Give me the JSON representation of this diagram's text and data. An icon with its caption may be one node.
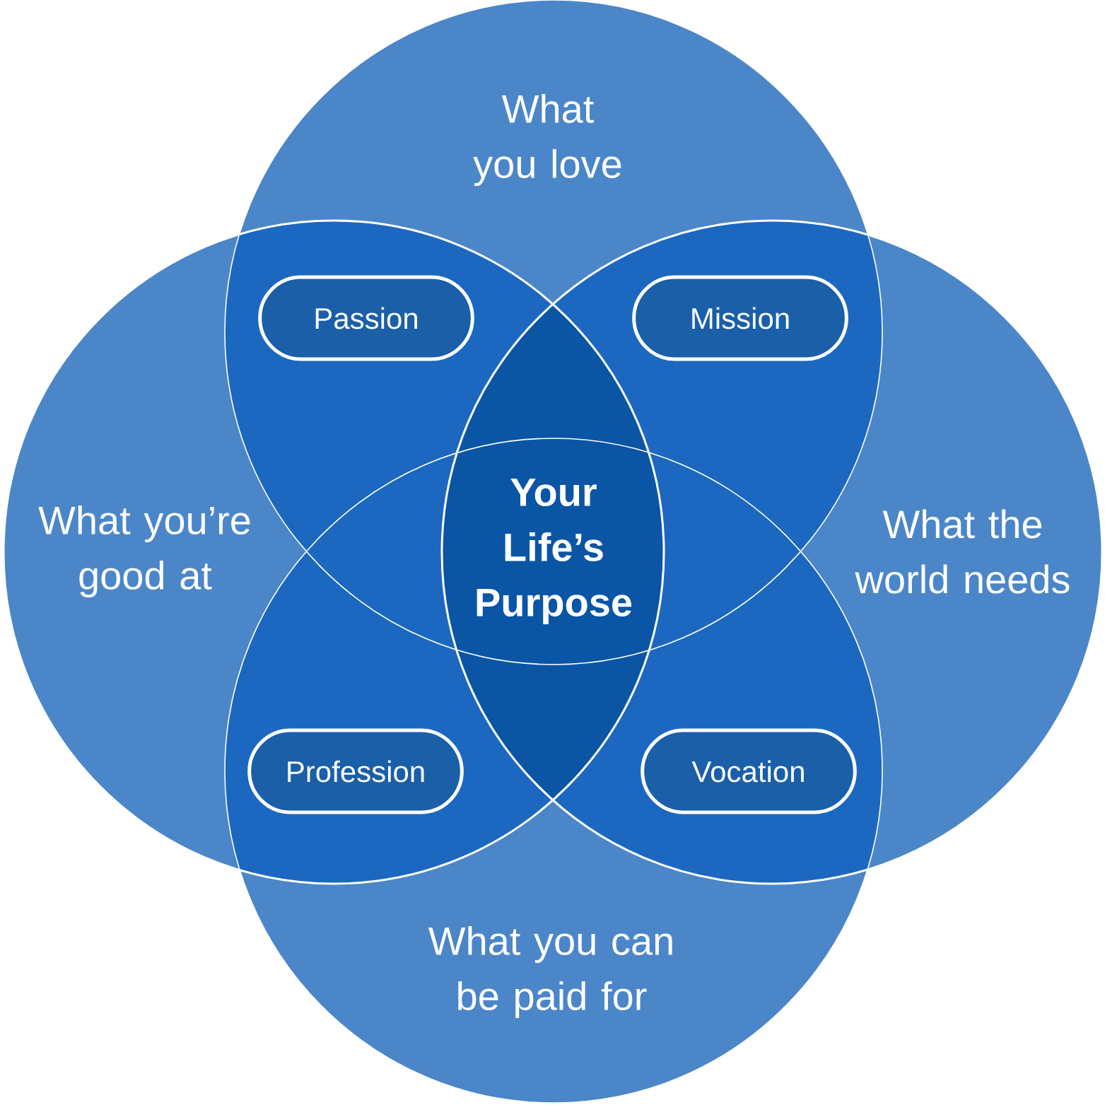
{
  "diagram": {
    "nodes": [
      {
        "text": [
          "What you love"
        ]
      },
      {
        "text": [
          "What you’re good at"
        ]
      },
      {
        "text": [
          "What the world needs"
        ]
      },
      {
        "text": [
          "What you can be paid for"
        ]
      },
      {
        "text": [
          "Your Life’s Purpose"
        ]
      },
      {
        "text": [
          "Passion"
        ]
      },
      {
        "text": [
          "Mission"
        ]
      },
      {
        "text": [
          "Profession"
        ]
      },
      {
        "text": [
          "Vocation"
        ]
      }
    ]
  }
}
